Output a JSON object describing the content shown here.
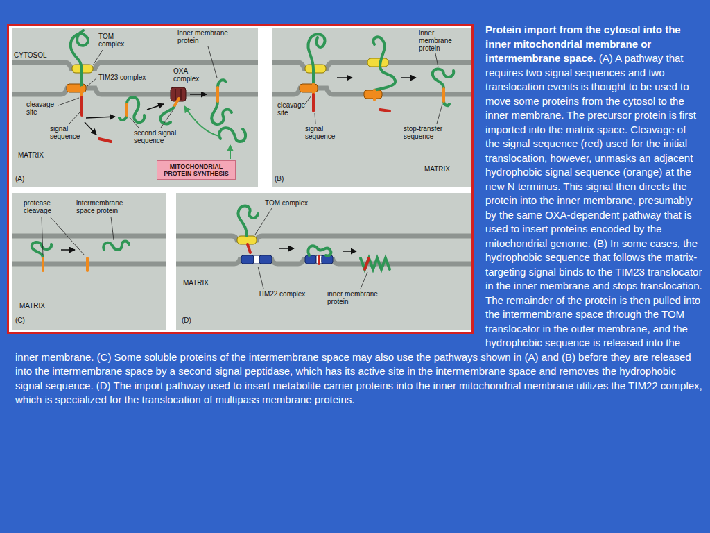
{
  "diagram": {
    "title": "Protein import from the cytosol into the inner mitochondrial membrane or intermembrane space.",
    "caption": "(A) A pathway that requires two signal sequences and two translocation events is thought to be used to move some proteins from the cytosol to the inner membrane. The precursor protein is first imported into the matrix space. Cleavage of the signal sequence (red) used for the initial translocation, however, unmasks an adjacent hydrophobic signal sequence (orange) at the new N terminus. This signal then directs the protein into the inner membrane, presumably by the same OXA-dependent pathway that is used to insert proteins encoded by the mitochondrial genome. (B) In some cases, the hydrophobic sequence that follows the matrix-targeting signal binds to the TIM23 translocator in the inner membrane and stops translocation. The remainder of the protein is then pulled into the intermembrane space through the TOM translocator in the outer membrane, and the hydrophobic sequence is released into the inner membrane. (C) Some soluble proteins of the intermembrane space may also use the pathways shown in (A) and (B) before they are released into the intermembrane space by a second signal peptidase, which has its active site in the intermembrane space and removes the hydrophobic signal sequence. (D) The import pathway used to insert metabolite carrier proteins into the inner mitochondrial membrane utilizes the TIM22 complex, which is specialized for the translocation of multipass membrane proteins.",
    "nodes": [
      {
        "text": [
          "MITOCHONDRIAL PROTEIN SYNTHESIS"
        ]
      }
    ],
    "labels": [
      "CYTOSOL",
      "TOM complex",
      "inner membrane protein",
      "OXA complex",
      "TIM23 complex",
      "cleavage site",
      "signal sequence",
      "second signal sequence",
      "MATRIX",
      "(A)",
      "inner membrane protein",
      "cleavage site",
      "signal sequence",
      "stop-transfer sequence",
      "MATRIX",
      "(B)",
      "protease cleavage",
      "intermembrane space protein",
      "MATRIX",
      "(C)",
      "TOM complex",
      "MATRIX",
      "TIM22 complex",
      "inner membrane protein",
      "(D)"
    ]
  }
}
